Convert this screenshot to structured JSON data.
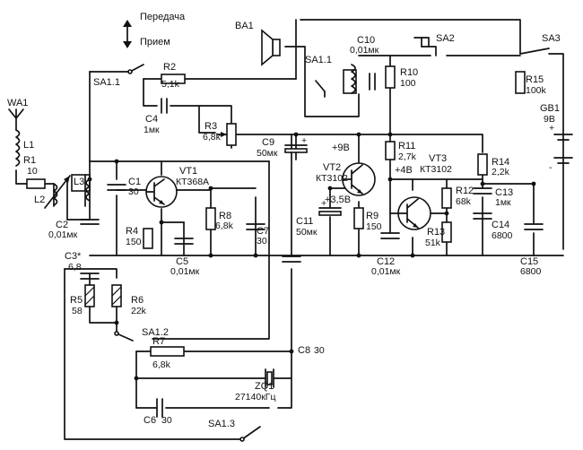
{
  "mode": {
    "transmit": "Передача",
    "receive": "Прием"
  },
  "antenna": {
    "ref": "WA1"
  },
  "inductors": {
    "l1": "L1",
    "l2": "L2",
    "l3": "L3"
  },
  "speaker": {
    "ref": "BA1"
  },
  "switches": {
    "sa1_1": "SA1.1",
    "sa1_1b": "SA1.1",
    "sa1_2": "SA1.2",
    "sa1_3": "SA1.3",
    "sa2": "SA2",
    "sa3": "SA3"
  },
  "battery": {
    "ref": "GB1",
    "voltage": "9В",
    "plus": "+",
    "minus": "-"
  },
  "crystal": {
    "ref": "ZQ1",
    "freq": "27140кГц"
  },
  "transistors": {
    "vt1": {
      "ref": "VT1",
      "type": "КТ368А"
    },
    "vt2": {
      "ref": "VT2",
      "type": "КТ3102"
    },
    "vt3": {
      "ref": "VT3",
      "type": "КТ3102"
    }
  },
  "resistors": {
    "r1": {
      "ref": "R1",
      "value": "10"
    },
    "r2": {
      "ref": "R2",
      "value": "5,1k"
    },
    "r3": {
      "ref": "R3",
      "value": "6,8k"
    },
    "r4": {
      "ref": "R4",
      "value": "150"
    },
    "r5": {
      "ref": "R5",
      "value": "58"
    },
    "r6": {
      "ref": "R6",
      "value": "22k"
    },
    "r7": {
      "ref": "R7",
      "value": "6,8k"
    },
    "r8": {
      "ref": "R8",
      "value": "6,8k"
    },
    "r9": {
      "ref": "R9",
      "value": "150"
    },
    "r10": {
      "ref": "R10",
      "value": "100"
    },
    "r11": {
      "ref": "R11",
      "value": "2,7k"
    },
    "r12": {
      "ref": "R12",
      "value": "68k"
    },
    "r13": {
      "ref": "R13",
      "value": "51k"
    },
    "r14": {
      "ref": "R14",
      "value": "2,2k"
    },
    "r15": {
      "ref": "R15",
      "value": "100k"
    }
  },
  "capacitors": {
    "c1": {
      "ref": "C1",
      "value": "30"
    },
    "c2": {
      "ref": "C2",
      "value": "0,01мк"
    },
    "c3": {
      "ref": "C3*",
      "value": "6,8"
    },
    "c4": {
      "ref": "C4",
      "value": "1мк"
    },
    "c5": {
      "ref": "C5",
      "value": "0,01мк"
    },
    "c6": {
      "ref": "C6",
      "value": "30"
    },
    "c7": {
      "ref": "C7",
      "value": "30"
    },
    "c8": {
      "ref": "C8",
      "value": "30"
    },
    "c9": {
      "ref": "C9",
      "value": "50мк"
    },
    "c10": {
      "ref": "C10",
      "value": "0,01мк"
    },
    "c11": {
      "ref": "C11",
      "value": "50мк"
    },
    "c12": {
      "ref": "C12",
      "value": "0,01мк"
    },
    "c13": {
      "ref": "C13",
      "value": "1мк"
    },
    "c14": {
      "ref": "C14",
      "value": "6800"
    },
    "c15": {
      "ref": "C15",
      "value": "6800"
    }
  },
  "voltages": {
    "v9": "+9В",
    "v4": "+4В",
    "v35": "+3,5В"
  }
}
